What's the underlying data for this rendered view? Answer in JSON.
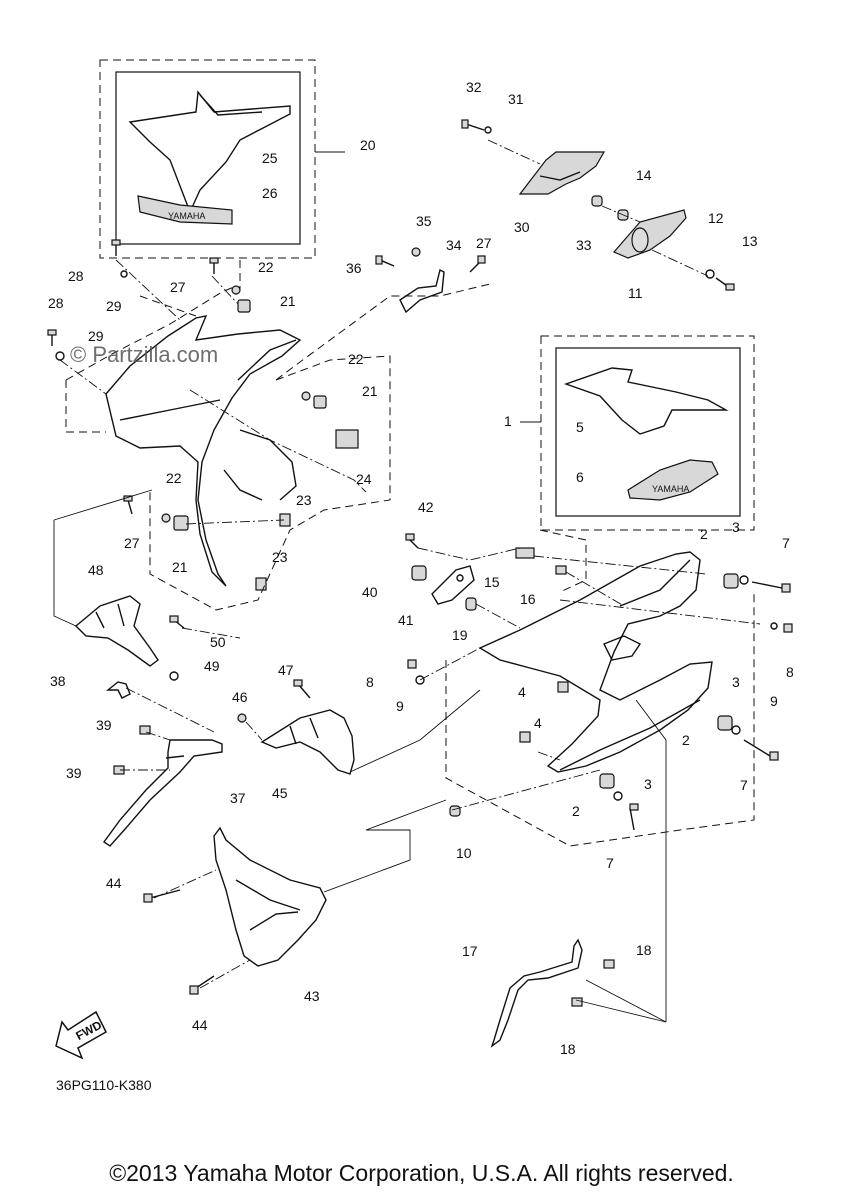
{
  "watermark": "© Partzilla.com",
  "diagram_code": "36PG110-K380",
  "fwd_label": "FWD",
  "copyright": "©2013 Yamaha Motor Corporation, U.S.A. All rights reserved.",
  "decal_text": "YAMAHA",
  "callouts": [
    "1",
    "2",
    "3",
    "4",
    "5",
    "6",
    "7",
    "8",
    "9",
    "10",
    "11",
    "12",
    "13",
    "14",
    "15",
    "16",
    "17",
    "18",
    "19",
    "20",
    "21",
    "22",
    "23",
    "24",
    "25",
    "26",
    "27",
    "28",
    "29",
    "30",
    "31",
    "32",
    "33",
    "34",
    "35",
    "36",
    "37",
    "38",
    "39",
    "40",
    "41",
    "42",
    "43",
    "44",
    "45",
    "46",
    "47",
    "48",
    "49",
    "50"
  ]
}
